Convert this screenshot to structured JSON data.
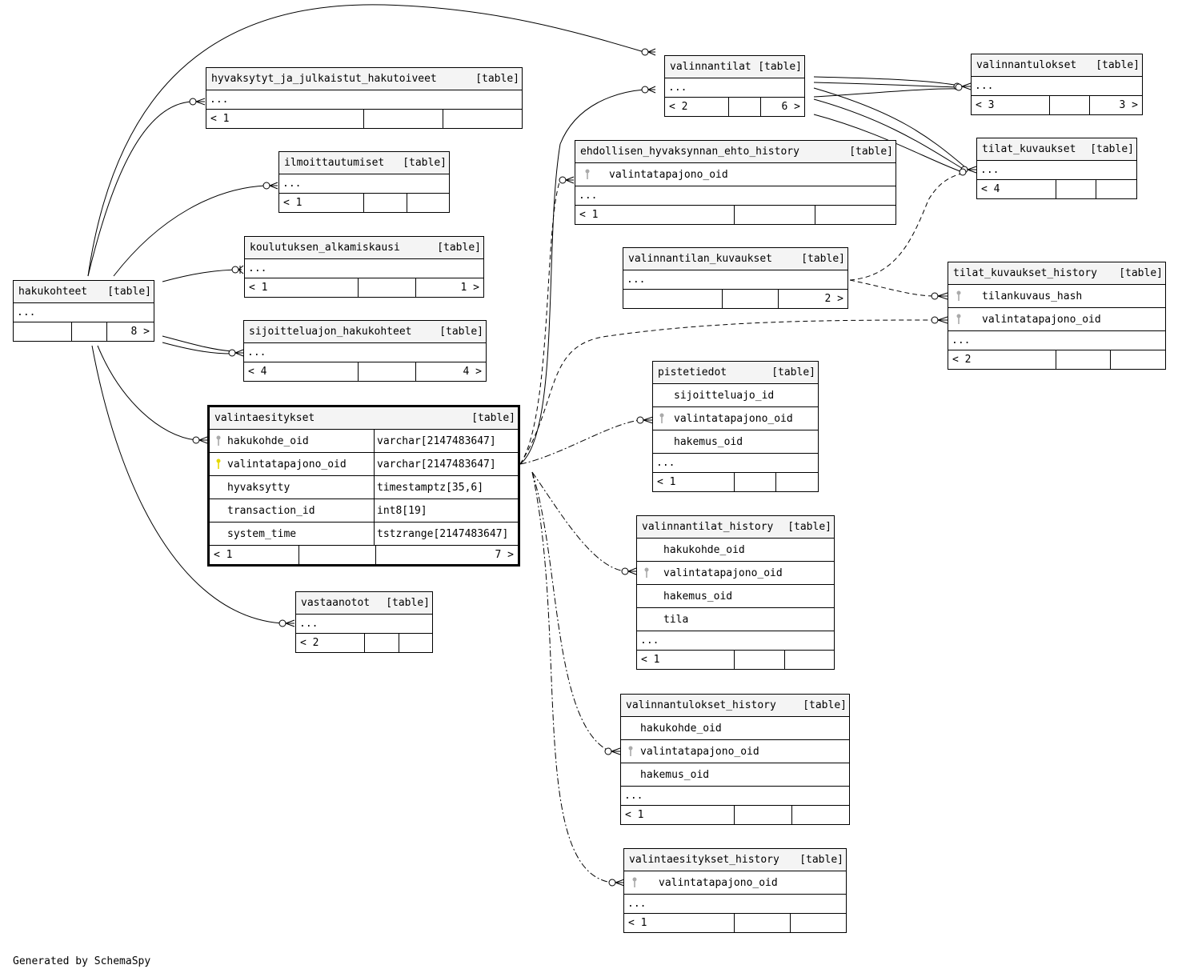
{
  "caption": "Generated by SchemaSpy",
  "tables": {
    "hakukohteet": {
      "name": "hakukohteet",
      "kind": "[table]",
      "ellipsis": "...",
      "parents": "",
      "children": "8 >"
    },
    "hyvaksytyt": {
      "name": "hyvaksytyt_ja_julkaistut_hakutoiveet",
      "kind": "[table]",
      "ellipsis": "...",
      "parents": "< 1",
      "children": ""
    },
    "ilmoittautumiset": {
      "name": "ilmoittautumiset",
      "kind": "[table]",
      "ellipsis": "...",
      "parents": "< 1",
      "children": ""
    },
    "koulutuksen": {
      "name": "koulutuksen_alkamiskausi",
      "kind": "[table]",
      "ellipsis": "...",
      "parents": "< 1",
      "children": "1 >"
    },
    "sijoitteluajon": {
      "name": "sijoitteluajon_hakukohteet",
      "kind": "[table]",
      "ellipsis": "...",
      "parents": "< 4",
      "children": "4 >"
    },
    "valintaesitykset": {
      "name": "valintaesitykset",
      "kind": "[table]",
      "parents": "< 1",
      "children": "7 >",
      "columns": [
        {
          "name": "hakukohde_oid",
          "type": "varchar[2147483647]",
          "key": "fk"
        },
        {
          "name": "valintatapajono_oid",
          "type": "varchar[2147483647]",
          "key": "pk"
        },
        {
          "name": "hyvaksytty",
          "type": "timestamptz[35,6]",
          "key": ""
        },
        {
          "name": "transaction_id",
          "type": "int8[19]",
          "key": ""
        },
        {
          "name": "system_time",
          "type": "tstzrange[2147483647]",
          "key": ""
        }
      ]
    },
    "vastaanotot": {
      "name": "vastaanotot",
      "kind": "[table]",
      "ellipsis": "...",
      "parents": "< 2",
      "children": ""
    },
    "valinnantilat": {
      "name": "valinnantilat",
      "kind": "[table]",
      "ellipsis": "...",
      "parents": "< 2",
      "children": "6 >"
    },
    "valinnantulokset": {
      "name": "valinnantulokset",
      "kind": "[table]",
      "ellipsis": "...",
      "parents": "< 3",
      "children": "3 >"
    },
    "tilat_kuvaukset": {
      "name": "tilat_kuvaukset",
      "kind": "[table]",
      "ellipsis": "...",
      "parents": "< 4",
      "children": ""
    },
    "ehdollisen": {
      "name": "ehdollisen_hyvaksynnan_ehto_history",
      "kind": "[table]",
      "ellipsis": "...",
      "parents": "< 1",
      "children": "",
      "columns": [
        {
          "name": "valintatapajono_oid",
          "key": "fk"
        }
      ]
    },
    "valinnantilan_kuvaukset": {
      "name": "valinnantilan_kuvaukset",
      "kind": "[table]",
      "ellipsis": "...",
      "parents": "",
      "children": "2 >"
    },
    "tilat_kuvaukset_history": {
      "name": "tilat_kuvaukset_history",
      "kind": "[table]",
      "ellipsis": "...",
      "parents": "< 2",
      "children": "",
      "columns": [
        {
          "name": "tilankuvaus_hash",
          "key": "fk"
        },
        {
          "name": "valintatapajono_oid",
          "key": "fk"
        }
      ]
    },
    "pistetiedot": {
      "name": "pistetiedot",
      "kind": "[table]",
      "ellipsis": "...",
      "parents": "< 1",
      "children": "",
      "columns": [
        {
          "name": "sijoitteluajo_id",
          "key": ""
        },
        {
          "name": "valintatapajono_oid",
          "key": "fk"
        },
        {
          "name": "hakemus_oid",
          "key": ""
        }
      ]
    },
    "valinnantilat_history": {
      "name": "valinnantilat_history",
      "kind": "[table]",
      "ellipsis": "...",
      "parents": "< 1",
      "children": "",
      "columns": [
        {
          "name": "hakukohde_oid",
          "key": ""
        },
        {
          "name": "valintatapajono_oid",
          "key": "fk"
        },
        {
          "name": "hakemus_oid",
          "key": ""
        },
        {
          "name": "tila",
          "key": ""
        }
      ]
    },
    "valinnantulokset_history": {
      "name": "valinnantulokset_history",
      "kind": "[table]",
      "ellipsis": "...",
      "parents": "< 1",
      "children": "",
      "columns": [
        {
          "name": "hakukohde_oid",
          "key": ""
        },
        {
          "name": "valintatapajono_oid",
          "key": "fk"
        },
        {
          "name": "hakemus_oid",
          "key": ""
        }
      ]
    },
    "valintaesitykset_history": {
      "name": "valintaesitykset_history",
      "kind": "[table]",
      "ellipsis": "...",
      "parents": "< 1",
      "children": "",
      "columns": [
        {
          "name": "valintatapajono_oid",
          "key": "fk"
        }
      ]
    }
  },
  "colors": {
    "pk_key": "#e6d800",
    "fk_key": "#aaaaaa",
    "header_bg": "#f4f4f4"
  }
}
